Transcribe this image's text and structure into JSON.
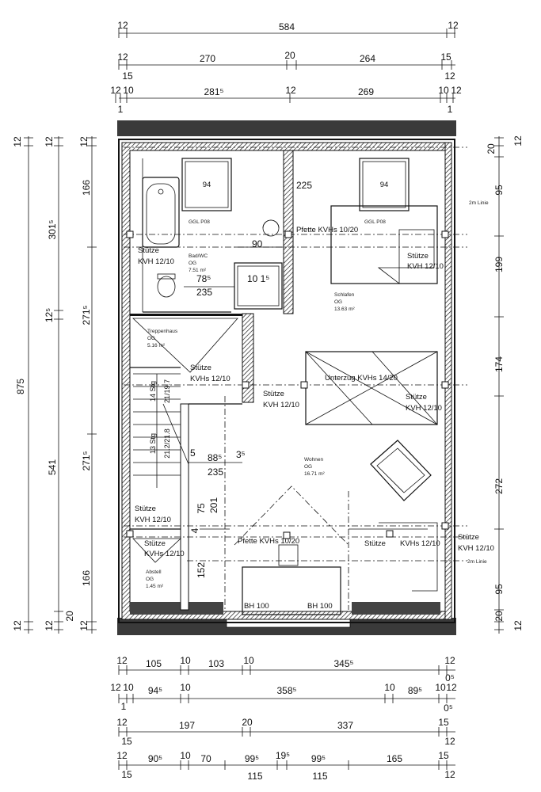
{
  "dims_top": {
    "row1": [
      "12",
      "584",
      "12"
    ],
    "row2": [
      "12",
      "15",
      "270",
      "20",
      "264",
      "15",
      "12"
    ],
    "row3": [
      "12",
      "10",
      "1",
      "281⁵",
      "12",
      "269",
      "10",
      "12",
      "1"
    ]
  },
  "dims_bottom": {
    "row1": [
      "12",
      "105",
      "10",
      "103",
      "10",
      "345⁵",
      "12",
      "0⁵"
    ],
    "row2": [
      "12",
      "10",
      "1",
      "94⁵",
      "10",
      "358⁵",
      "10",
      "89⁵",
      "10",
      "12",
      "0⁵"
    ],
    "row3": [
      "12",
      "15",
      "197",
      "20",
      "337",
      "15",
      "12"
    ],
    "row4": [
      "12",
      "15",
      "90⁵",
      "10",
      "70",
      "99⁵",
      "115",
      "19⁵",
      "99⁵",
      "115",
      "165",
      "15",
      "12"
    ]
  },
  "dims_left": {
    "outer": [
      "12",
      "875",
      "12"
    ],
    "mid": [
      "12",
      "301⁵",
      "12⁵",
      "541",
      "20",
      "12"
    ],
    "inner": [
      "12",
      "166",
      "271⁵",
      "271⁵",
      "166",
      "12"
    ]
  },
  "dims_right": [
    "20",
    "12",
    "95",
    "199",
    "174",
    "272",
    "95",
    "20",
    "12"
  ],
  "rooms": {
    "bath": {
      "name": "Bad/WC",
      "floor": "OG",
      "area": "7.51 m²",
      "note": "GGL P08"
    },
    "bedroom": {
      "name": "Schlafen",
      "floor": "OG",
      "area": "13.63 m²",
      "note": "GGL P08"
    },
    "stair": {
      "name": "Treppenhaus",
      "floor": "OG",
      "area": "5.16 m²"
    },
    "living": {
      "name": "Wohnen",
      "floor": "OG",
      "area": "16.71 m²"
    },
    "store": {
      "name": "Abstell",
      "floor": "OG",
      "area": "1.45 m²"
    }
  },
  "windows": {
    "w1": "94",
    "w2": "94",
    "bh1": "BH 100",
    "bh2": "BH 100"
  },
  "labels": {
    "stuetze": "Stütze",
    "kvh": "KVH 12/10",
    "kvhs": "KVHs 12/10",
    "pfette_top": "Pfette KVHs 10/20",
    "pfette_bottom": "Pfette KVHs 10/20",
    "unterzug": "Unterzug KVHs 14/20",
    "stair1": "14 Stg",
    "stair1b": "21/19.7",
    "stair2": "13 Stg",
    "stair2b": "21.2/21.8",
    "line2m_top": "2m Linie",
    "line2m_bottom": "2m Linie"
  },
  "inner_dims": {
    "d225": "225",
    "d90": "90",
    "d785": "78⁵",
    "d235a": "235",
    "d1015": "10 1⁵",
    "d885": "88⁵",
    "d35": "3⁵",
    "d235b": "235",
    "d75": "75",
    "d201": "201",
    "d152": "152",
    "d5": "5",
    "d4": "4"
  }
}
